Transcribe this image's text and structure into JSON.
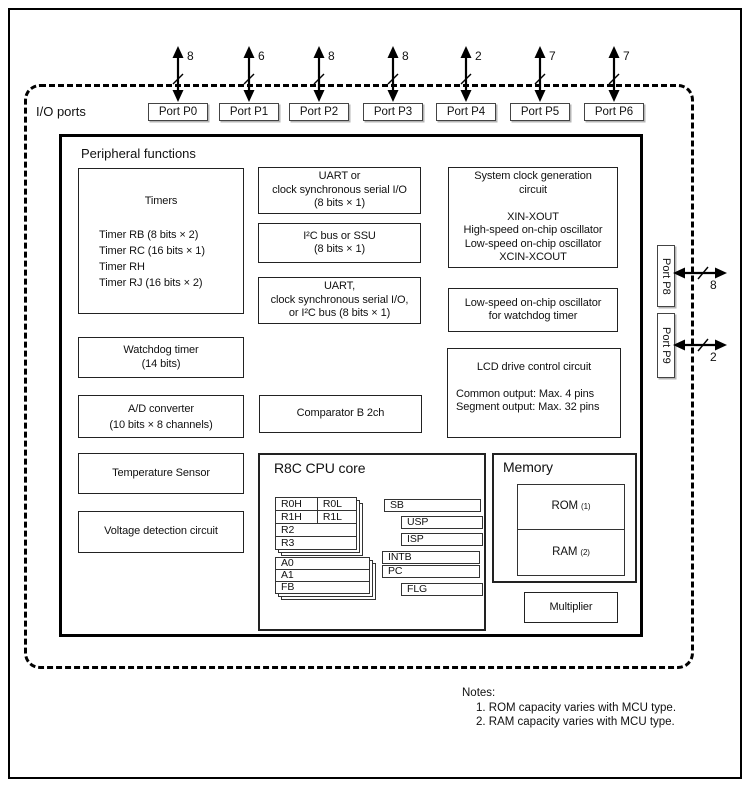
{
  "io_ports_label": "I/O ports",
  "peripheral_label": "Peripheral functions",
  "top_ports": [
    {
      "label": "Port P0",
      "bus": "8"
    },
    {
      "label": "Port P1",
      "bus": "6"
    },
    {
      "label": "Port P2",
      "bus": "8"
    },
    {
      "label": "Port P3",
      "bus": "8"
    },
    {
      "label": "Port P4",
      "bus": "2"
    },
    {
      "label": "Port P5",
      "bus": "7"
    },
    {
      "label": "Port P6",
      "bus": "7"
    }
  ],
  "side_ports": [
    {
      "label": "Port P8",
      "bus": "8"
    },
    {
      "label": "Port P9",
      "bus": "2"
    }
  ],
  "blocks": {
    "timers": {
      "title": "Timers",
      "lines": [
        "Timer RB (8 bits × 2)",
        "Timer RC (16 bits × 1)",
        "Timer RH",
        "Timer RJ (16 bits × 2)"
      ]
    },
    "watchdog": {
      "lines": [
        "Watchdog timer",
        "(14 bits)"
      ]
    },
    "adc": {
      "lines": [
        "A/D converter",
        "(10 bits × 8 channels)"
      ]
    },
    "temp_sensor": {
      "lines": [
        "Temperature Sensor"
      ]
    },
    "voltage": {
      "lines": [
        "Voltage detection circuit"
      ]
    },
    "uart1": {
      "lines": [
        "UART or",
        "clock synchronous serial I/O",
        "(8 bits × 1)"
      ]
    },
    "i2c_ssu": {
      "lines": [
        "I²C bus or SSU",
        "(8 bits × 1)"
      ]
    },
    "uart2": {
      "lines": [
        "UART,",
        "clock synchronous serial I/O,",
        "or I²C bus (8 bits × 1)"
      ]
    },
    "comparator": {
      "lines": [
        "Comparator B 2ch"
      ]
    },
    "sysclock": {
      "lines": [
        "System clock generation",
        "circuit",
        "",
        "XIN-XOUT",
        "High-speed on-chip oscillator",
        "Low-speed on-chip oscillator",
        "XCIN-XCOUT"
      ]
    },
    "wdt_osc": {
      "lines": [
        "Low-speed on-chip oscillator",
        "for watchdog timer"
      ]
    },
    "lcd": {
      "title": "LCD drive control circuit",
      "lines": [
        "Common output: Max. 4 pins",
        "Segment output: Max. 32 pins"
      ]
    },
    "multiplier": {
      "label": "Multiplier"
    }
  },
  "cpu": {
    "title": "R8C CPU core",
    "bank1": {
      "rows": [
        [
          "R0H",
          "R0L"
        ],
        [
          "R1H",
          "R1L"
        ],
        [
          "R2"
        ],
        [
          "R3"
        ]
      ]
    },
    "bank2": {
      "rows": [
        "A0",
        "A1",
        "FB"
      ]
    },
    "right_regs": [
      {
        "label": "SB"
      },
      {
        "label": "USP"
      },
      {
        "label": "ISP"
      },
      {
        "label": "INTB"
      },
      {
        "label": "PC"
      },
      {
        "label": "FLG"
      }
    ]
  },
  "memory": {
    "title": "Memory",
    "rom_label": "ROM",
    "rom_note": "(1)",
    "ram_label": "RAM",
    "ram_note": "(2)"
  },
  "notes": {
    "title": "Notes:",
    "items": [
      "1. ROM capacity varies with MCU type.",
      "2. RAM capacity varies with MCU type."
    ]
  },
  "colors": {
    "line": "#000000",
    "background": "#ffffff"
  }
}
